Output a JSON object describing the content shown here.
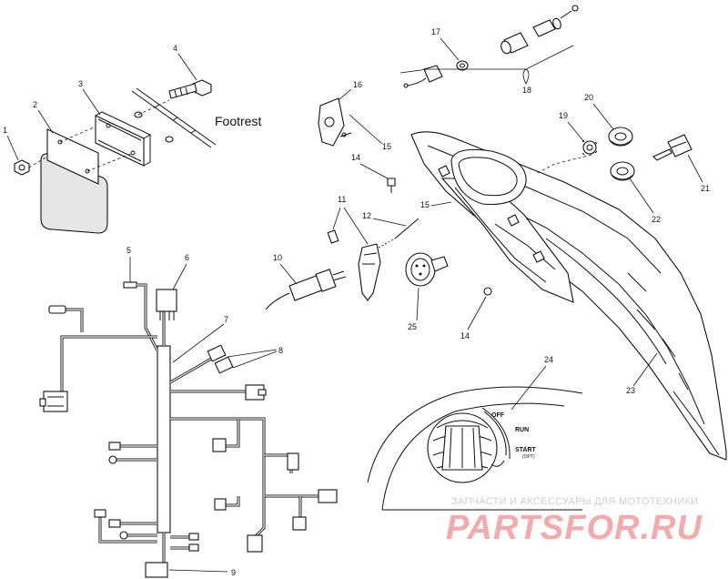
{
  "callouts": [
    {
      "id": "c1",
      "text": "1"
    },
    {
      "id": "c2",
      "text": "2"
    },
    {
      "id": "c3",
      "text": "3"
    },
    {
      "id": "c4",
      "text": "4"
    },
    {
      "id": "c5",
      "text": "5"
    },
    {
      "id": "c6",
      "text": "6"
    },
    {
      "id": "c7",
      "text": "7"
    },
    {
      "id": "c8",
      "text": "8"
    },
    {
      "id": "c9",
      "text": "9"
    },
    {
      "id": "c10",
      "text": "10"
    },
    {
      "id": "c11",
      "text": "11"
    },
    {
      "id": "c12",
      "text": "12"
    },
    {
      "id": "c14a",
      "text": "14"
    },
    {
      "id": "c14b",
      "text": "14"
    },
    {
      "id": "c15a",
      "text": "15"
    },
    {
      "id": "c15b",
      "text": "15"
    },
    {
      "id": "c16",
      "text": "16"
    },
    {
      "id": "c17",
      "text": "17"
    },
    {
      "id": "c18",
      "text": "18"
    },
    {
      "id": "c19",
      "text": "19"
    },
    {
      "id": "c20",
      "text": "20"
    },
    {
      "id": "c21",
      "text": "21"
    },
    {
      "id": "c22",
      "text": "22"
    },
    {
      "id": "c23",
      "text": "23"
    },
    {
      "id": "c24",
      "text": "24"
    },
    {
      "id": "c25",
      "text": "25"
    }
  ],
  "footrest_label": "Footrest",
  "switch_positions": {
    "off": "OFF",
    "run": "RUN",
    "start": "START",
    "start_note": "(OPT)"
  },
  "watermark": {
    "tagline": "ЗАПЧАСТИ И АКСЕССУАРЫ ДЛЯ МОТОТЕХНИКИ",
    "brand": "PARTSFOR.RU"
  }
}
